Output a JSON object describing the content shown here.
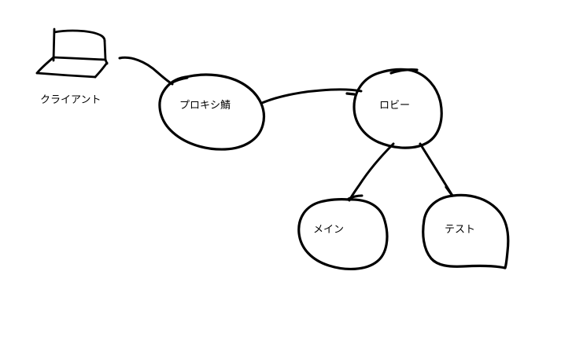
{
  "diagram": {
    "type": "hand-drawn network topology sketch",
    "background_color": "#ffffff",
    "stroke_color": "#000000",
    "device": {
      "icon": "laptop-icon",
      "label": "クライアント"
    },
    "nodes": [
      {
        "id": "proxy",
        "label": "プロキシ鯖",
        "shape": "ellipse"
      },
      {
        "id": "lobby",
        "label": "ロビー",
        "shape": "blob"
      },
      {
        "id": "main",
        "label": "メイン",
        "shape": "blob"
      },
      {
        "id": "test",
        "label": "テスト",
        "shape": "blob"
      }
    ],
    "edges": [
      {
        "from": "client",
        "to": "proxy"
      },
      {
        "from": "proxy",
        "to": "lobby"
      },
      {
        "from": "lobby",
        "to": "main"
      },
      {
        "from": "lobby",
        "to": "test"
      }
    ]
  }
}
